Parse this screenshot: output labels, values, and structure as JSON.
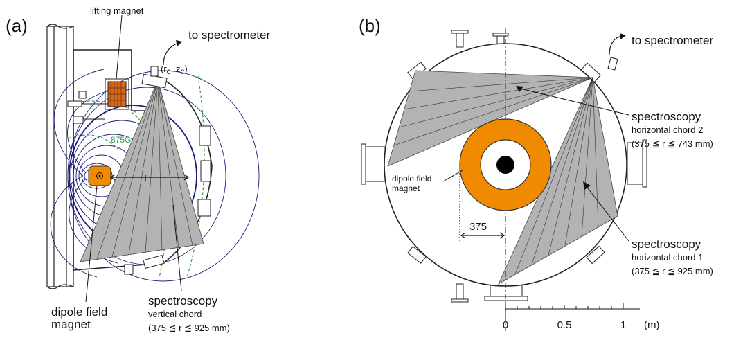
{
  "panel_a": {
    "label": "(a)",
    "lifting_magnet": "lifting magnet",
    "to_spectrometer": "to spectrometer",
    "coord_r": "(r",
    "coord_c1": "c",
    "coord_z": ", z",
    "coord_c2": "c",
    "coord_close": ")",
    "field_label": "875G",
    "dipole_line1": "dipole field",
    "dipole_line2": "magnet",
    "spec_title": "spectroscopy",
    "spec_sub": "vertical chord",
    "spec_range": "(375 ≦ r ≦ 925 mm)"
  },
  "panel_b": {
    "label": "(b)",
    "to_spectrometer": "to spectrometer",
    "chord2_title": "spectroscopy",
    "chord2_sub": "horizontal chord 2",
    "chord2_range": "(375 ≦ r ≦ 743 mm)",
    "dipole_line1": "dipole field",
    "dipole_line2": "magnet",
    "dim_375": "375",
    "chord1_title": "spectroscopy",
    "chord1_sub": "horizontal chord 1",
    "chord1_range": "(375 ≦ r ≦ 925 mm)",
    "scale_ticks": [
      "0",
      "0.5",
      "1"
    ],
    "scale_unit": "(m)"
  },
  "colors": {
    "magnet": "#f08a00",
    "fan": "#b3b3b3",
    "field_lines": "#1a1a7a",
    "resonance": "#2f9a54"
  }
}
